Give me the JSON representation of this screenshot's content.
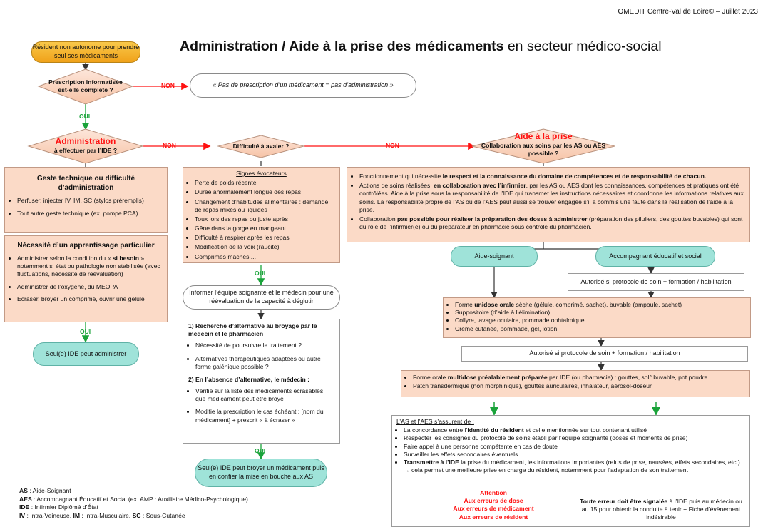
{
  "header": {
    "credit": "OMEDIT Centre-Val de Loire© – Juillet 2023"
  },
  "title": {
    "bold": "Administration / Aide à la prise des médicaments",
    "rest": " en secteur médico-social"
  },
  "start": {
    "text": "Résident non autonome pour prendre seul ses médicaments"
  },
  "q1": {
    "text": "Prescription informatisée est-elle complète ?"
  },
  "no_prescription": {
    "text": "« Pas de prescription d’un médicament = pas d’administration »"
  },
  "labels": {
    "non": "NON",
    "oui": "OUI"
  },
  "q2": {
    "title": "Administration",
    "text": "à effectuer par l’IDE ?"
  },
  "q3": {
    "text": "Difficulté à avaler ?"
  },
  "q4": {
    "title": "Aide à la prise",
    "text": "Collaboration aux soins par les AS ou AES possible ?"
  },
  "geste": {
    "title": "Geste technique ou difficulté d’administration",
    "items": [
      "Perfuser, injecter IV, IM, SC (stylos préremplis)",
      "Tout autre geste technique (ex. pompe PCA)"
    ]
  },
  "apprentissage": {
    "title": "Nécessité d’un apprentissage particulier",
    "item1_a": "Administrer selon la condition du « ",
    "item1_b": "si besoin",
    "item1_c": " » notamment si état ou pathologie non stabilisée (avec fluctuations, nécessité de réévaluation)",
    "items": [
      "Administrer de l’oxygène, du MEOPA",
      "Ecraser, broyer un comprimé, ouvrir une gélule"
    ]
  },
  "ide_only": {
    "text": "Seul(e) IDE peut administrer"
  },
  "signes": {
    "title": "Signes évocateurs",
    "items": [
      "Perte de poids récente",
      "Durée anormalement longue des repas",
      "Changement d’habitudes alimentaires : demande de repas mixés ou liquides",
      "Toux lors des repas ou juste après",
      "Gêne dans la gorge en mangeant",
      "Difficulté à respirer après les repas",
      "Modification de la voix (raucité)",
      "Comprimés mâchés ..."
    ]
  },
  "informer": {
    "text": "Informer l’équipe soignante et le médecin pour une réévaluation de la capacité à déglutir"
  },
  "recherche": {
    "h1": "1) Recherche d’alternative au broyage par le médecin et le pharmacien",
    "items1": [
      "Nécessité de poursuivre le traitement ?",
      "Alternatives thérapeutiques adaptées ou autre forme galénique possible ?"
    ],
    "h2": "2) En l’absence d’alternative, le médecin :",
    "items2": [
      "Vérifie sur la liste des médicaments écrasables que médicament peut être broyé",
      "Modifie la prescription le cas échéant : [nom du médicament] + prescrit « à écraser »"
    ]
  },
  "ide_broyer": {
    "text": "Seul(e) IDE peut broyer un médicament puis en confier la mise en bouche aux AS"
  },
  "fonctionnement": {
    "p1_a": "Fonctionnement qui nécessite ",
    "p1_b": "le respect et la connaissance du domaine de compétences et de responsabilité de chacun.",
    "p2_a": "Actions de soins réalisées, ",
    "p2_b": "en collaboration avec l’infirmier",
    "p2_c": ", par les AS ou AES dont les connaissances, compétences et pratiques ont été contrôlées. Aide à la prise sous la responsabilité de l’IDE qui transmet les instructions nécessaires et coordonne les informations relatives aux soins. La responsabilité propre de l’AS ou de l’AES peut aussi se trouver engagée s’il a commis une faute dans la réalisation de l’aide à la prise.",
    "p3_a": "Collaboration ",
    "p3_b": "pas possible pour réaliser la préparation des doses à administrer",
    "p3_c": " (préparation des piluliers, des gouttes buvables) qui sont du rôle de l’infirmier(e) ou du préparateur en pharmacie sous contrôle du pharmacien."
  },
  "aide_soignant": {
    "text": "Aide-soignant"
  },
  "aes": {
    "text": "Accompagnant éducatif et social"
  },
  "autorise1": {
    "text": "Autorisé si protocole de soin + formation / habilitation"
  },
  "formes": {
    "i1_a": "Forme ",
    "i1_b": "unidose orale",
    "i1_c": " sèche (gélule, comprimé, sachet), buvable (ampoule, sachet)",
    "items": [
      "Suppositoire (d’aide à l’élimination)",
      "Collyre, lavage oculaire, pommade ophtalmique",
      "Crème cutanée, pommade, gel, lotion"
    ]
  },
  "autorise2": {
    "text": "Autorisé si protocole de soin + formation / habilitation"
  },
  "multidose": {
    "i1_a": "Forme orale ",
    "i1_b": "multidose préalablement préparée",
    "i1_c": " par IDE (ou pharmacie) : gouttes, sol° buvable, pot poudre",
    "i2": "Patch transdermique (non morphinique), gouttes auriculaires, inhalateur, aérosol-doseur"
  },
  "assurer": {
    "intro": "L’AS et l’AES s’assurent de :",
    "i1_a": "La  concordance entre l’",
    "i1_b": "identité du résident",
    "i1_c": " et celle mentionnée sur tout contenant utilisé",
    "items": [
      "Respecter les consignes du protocole de soins établi par l’équipe soignante (doses et moments de prise)",
      "Faire appel à une personne compétente en cas de doute",
      "Surveiller les effets secondaires éventuels"
    ],
    "i5_a": "Transmettre à l’IDE",
    "i5_b": " la prise du médicament, les informations importantes (refus de prise, nausées, effets secondaires, etc.) → cela permet une meilleure prise en charge du résident, notamment pour l’adaptation de son traitement",
    "attention": "Attention",
    "errors": [
      "Aux erreurs de dose",
      "Aux erreurs de médicament",
      "Aux erreurs de résident"
    ],
    "signal_a": "Toute erreur doit être signalée",
    "signal_b": " à l’IDE puis au médecin ou au 15 pour obtenir la conduite à tenir + Fiche d’évènement indésirable"
  },
  "legend": [
    {
      "abbr": "AS",
      "text": " : Aide-Soignant"
    },
    {
      "abbr": "AES",
      "text": " : Accompagnant Éducatif et Social (ex. AMP : Auxiliaire Médico-Psychologique)"
    },
    {
      "abbr": "IDE",
      "text": " : Infirmier Diplômé d’État"
    },
    {
      "abbr": "IV",
      "text": " : Intra-Veineuse, ",
      "abbr2": "IM",
      "text2": " : Intra-Musculaire, ",
      "abbr3": "SC",
      "text3": " : Sous-Cutanée"
    }
  ],
  "colors": {
    "red": "#ff1111",
    "green": "#1aa33a",
    "orange": "#f0a21a",
    "teal": "#9fe3d9",
    "peach": "#fbdac7"
  }
}
